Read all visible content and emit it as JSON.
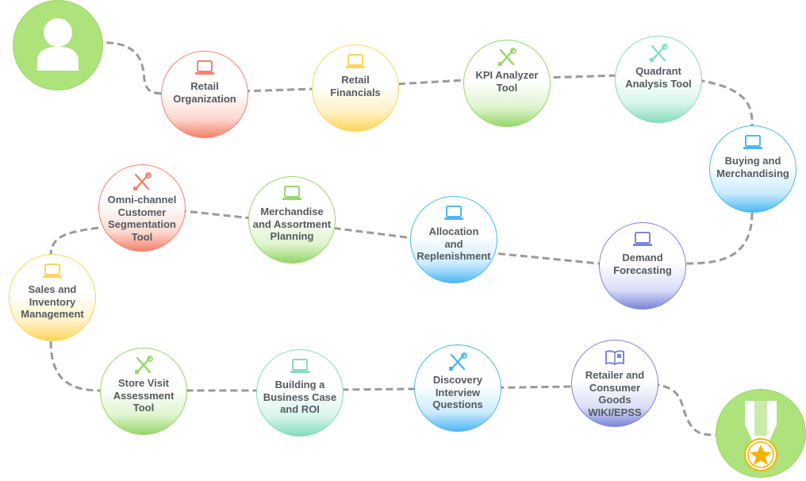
{
  "colors": {
    "red": "#f5816e",
    "red_light": "#fcd9d1",
    "yellow": "#fdd55c",
    "yellow_light": "#fff1c4",
    "green": "#96d66a",
    "green_light": "#def4cd",
    "teal": "#86dcbd",
    "teal_light": "#d7f5ea",
    "blue": "#4eb7f2",
    "blue_light": "#cbebfc",
    "indigo": "#7b86da",
    "indigo_light": "#dadef7",
    "path": "#9a9a9a",
    "text": "#555a60"
  },
  "nodes": [
    {
      "id": "retail-organization",
      "label": "Retail\nOrganization",
      "icon": "laptop-icon",
      "color": "red"
    },
    {
      "id": "retail-financials",
      "label": "Retail\nFinancials",
      "icon": "laptop-icon",
      "color": "yellow"
    },
    {
      "id": "kpi-analyzer-tool",
      "label": "KPI Analyzer\nTool",
      "icon": "tools-icon",
      "color": "green"
    },
    {
      "id": "quadrant-analysis-tool",
      "label": "Quadrant\nAnalysis Tool",
      "icon": "tools-icon",
      "color": "teal"
    },
    {
      "id": "buying-and-merchandising",
      "label": "Buying and\nMerchandising",
      "icon": "laptop-icon",
      "color": "blue"
    },
    {
      "id": "demand-forecasting",
      "label": "Demand\nForecasting",
      "icon": "laptop-icon",
      "color": "indigo"
    },
    {
      "id": "allocation-and-replenishment",
      "label": "Allocation\nand\nReplenishment",
      "icon": "laptop-icon",
      "color": "blue"
    },
    {
      "id": "merchandise-and-assortment-planning",
      "label": "Merchandise\nand Assortment\nPlanning",
      "icon": "laptop-icon",
      "color": "green"
    },
    {
      "id": "omni-channel-customer-segmentation-tool",
      "label": "Omni-channel\nCustomer\nSegmentation\nTool",
      "icon": "tools-icon",
      "color": "red"
    },
    {
      "id": "sales-and-inventory-management",
      "label": "Sales and\nInventory\nManagement",
      "icon": "laptop-icon",
      "color": "yellow"
    },
    {
      "id": "store-visit-assessment-tool",
      "label": "Store Visit\nAssessment\nTool",
      "icon": "tools-icon",
      "color": "green"
    },
    {
      "id": "building-a-business-case-and-roi",
      "label": "Building a\nBusiness Case\nand ROI",
      "icon": "laptop-icon",
      "color": "teal"
    },
    {
      "id": "discovery-interview-questions",
      "label": "Discovery\nInterview\nQuestions",
      "icon": "tools-icon",
      "color": "blue"
    },
    {
      "id": "retailer-and-consumer-goods-wiki-epss",
      "label": "Retailer and\nConsumer Goods\nWIKI/EPSS",
      "icon": "book-icon",
      "color": "indigo"
    }
  ],
  "start": {
    "icon": "user-icon"
  },
  "finish": {
    "icon": "medal-icon"
  }
}
